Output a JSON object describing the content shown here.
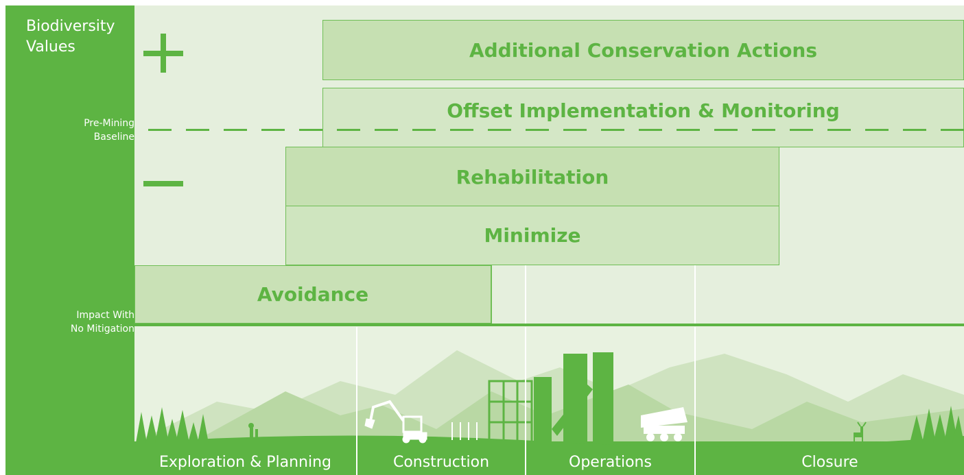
{
  "y_axis": {
    "title_line1": "Biodiversity",
    "title_line2": "Values",
    "plus_symbol": "+",
    "minus_symbol": "−"
  },
  "levels": {
    "pre_mining_line1": "Pre-Mining",
    "pre_mining_line2": "Baseline",
    "impact_line1": "Impact With",
    "impact_line2": "No Mitigation"
  },
  "bars": [
    {
      "label": "Additional Conservation Actions"
    },
    {
      "label": "Offset Implementation & Monitoring"
    },
    {
      "label": "Rehabilitation"
    },
    {
      "label": "Minimize"
    },
    {
      "label": "Avoidance"
    }
  ],
  "phases": [
    {
      "label": "Exploration & Planning"
    },
    {
      "label": "Construction"
    },
    {
      "label": "Operations"
    },
    {
      "label": "Closure"
    }
  ],
  "colors": {
    "primary_green": "#5db443",
    "bar_fill": "#c6e0b2",
    "background": "#e5efdd",
    "text_white": "#ffffff"
  }
}
